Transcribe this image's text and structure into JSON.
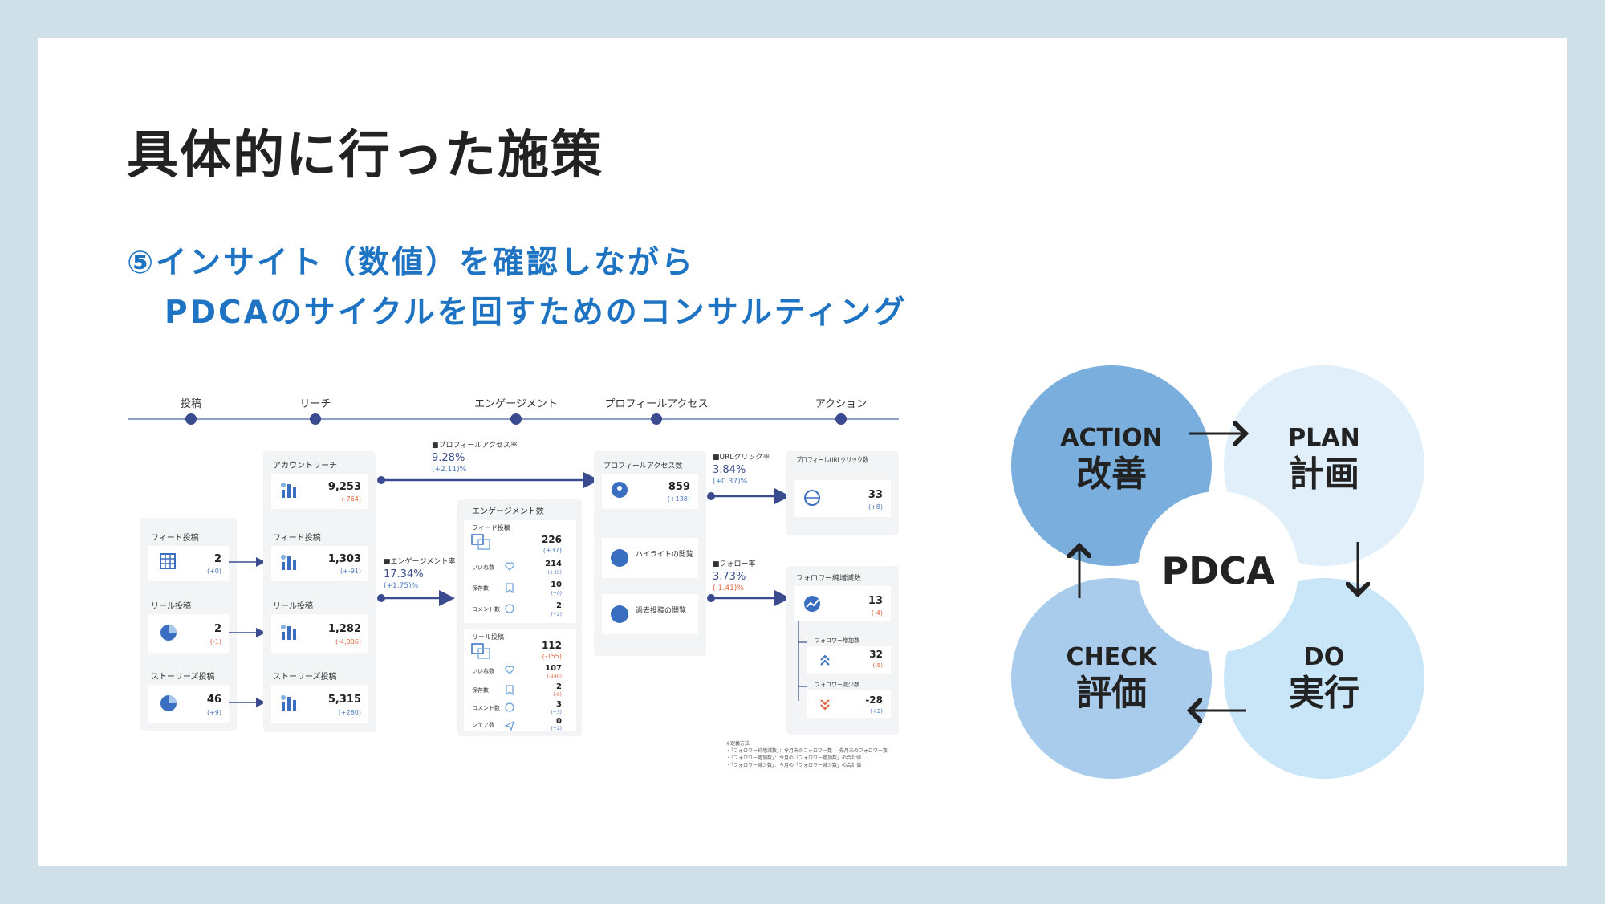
{
  "slide": {
    "title": "具体的に行った施策",
    "subtitle_line1": "⑤インサイト（数値）を確認しながら",
    "subtitle_line2": "PDCAのサイクルを回すためのコンサルティング"
  },
  "dashboard": {
    "stages": [
      "投稿",
      "リーチ",
      "エンゲージメント",
      "プロフィールアクセス",
      "アクション"
    ],
    "posts": [
      {
        "label": "フィード投稿",
        "value": "2",
        "delta": "(+0)"
      },
      {
        "label": "リール投稿",
        "value": "2",
        "delta": "(-1)"
      },
      {
        "label": "ストーリーズ投稿",
        "value": "46",
        "delta": "(+9)"
      }
    ],
    "reach_total": {
      "label": "アカウントリーチ",
      "value": "9,253",
      "delta": "(-764)"
    },
    "reach": [
      {
        "label": "フィード投稿",
        "value": "1,303",
        "delta": "(+-91)"
      },
      {
        "label": "リール投稿",
        "value": "1,282",
        "delta": "(-4,006)"
      },
      {
        "label": "ストーリーズ投稿",
        "value": "5,315",
        "delta": "(+280)"
      }
    ],
    "profile_access_rate": {
      "label": "■プロフィールアクセス率",
      "value": "9.28%",
      "delta": "(+2.11)%"
    },
    "engagement_rate": {
      "label": "■エンゲージメント率",
      "value": "17.34%",
      "delta": "(+1.75)%"
    },
    "engagement": {
      "title": "エンゲージメント数",
      "feed": {
        "label": "フィード投稿",
        "total": "226",
        "total_delta": "(+37)",
        "rows": [
          {
            "label": "いいね数",
            "value": "214",
            "delta": "(+35)"
          },
          {
            "label": "保存数",
            "value": "10",
            "delta": "(+0)"
          },
          {
            "label": "コメント数",
            "value": "2",
            "delta": "(+2)"
          }
        ]
      },
      "reel": {
        "label": "リール投稿",
        "total": "112",
        "total_delta": "(-155)",
        "rows": [
          {
            "label": "いいね数",
            "value": "107",
            "delta": "(-140)"
          },
          {
            "label": "保存数",
            "value": "2",
            "delta": "(-8)"
          },
          {
            "label": "コメント数",
            "value": "3",
            "delta": "(+3)"
          },
          {
            "label": "シェア数",
            "value": "0",
            "delta": "(+2)"
          }
        ]
      }
    },
    "profile_access": {
      "label": "プロフィールアクセス数",
      "value": "859",
      "delta": "(+138)"
    },
    "highlight": {
      "label": "ハイライトの閲覧"
    },
    "past_posts": {
      "label": "過去投稿の閲覧"
    },
    "url_click_rate": {
      "label": "■URLクリック率",
      "value": "3.84%",
      "delta": "(+0.37)%"
    },
    "follow_rate": {
      "label": "■フォロー率",
      "value": "3.73%",
      "delta": "(-1.41)%"
    },
    "url_clicks": {
      "label": "プロフィールURLクリック数",
      "value": "33",
      "delta": "(+8)"
    },
    "followers_net": {
      "label": "フォロワー純増減数",
      "value": "13",
      "delta": "(-4)"
    },
    "followers_gain": {
      "label": "フォロワー増加数",
      "value": "32",
      "delta": "(-5)"
    },
    "followers_loss": {
      "label": "フォロワー減少数",
      "value": "-28",
      "delta": "(+2)"
    },
    "notes": [
      "※定義方法",
      "・「フォロワー純増減数」：今月末のフォロワー数 − 先月末のフォロワー数",
      "・「フォロワー増加数」：今月の「フォロワー増加数」の合計値",
      "・「フォロワー減少数」：今月の「フォロワー減少数」の合計値"
    ]
  },
  "pdca": {
    "center": "PDCA",
    "action": {
      "en": "ACTION",
      "jp": "改善"
    },
    "plan": {
      "en": "PLAN",
      "jp": "計画"
    },
    "check": {
      "en": "CHECK",
      "jp": "評価"
    },
    "do": {
      "en": "DO",
      "jp": "実行"
    },
    "colors": {
      "action": "#7aaedc",
      "plan": "#e0eff9",
      "check": "#a9ccec",
      "do": "#c8e6f7"
    }
  },
  "colors": {
    "accent": "#1e74c2",
    "navy": "#3a4c8f",
    "negative": "#e0623c",
    "positive": "#4a78c0"
  }
}
